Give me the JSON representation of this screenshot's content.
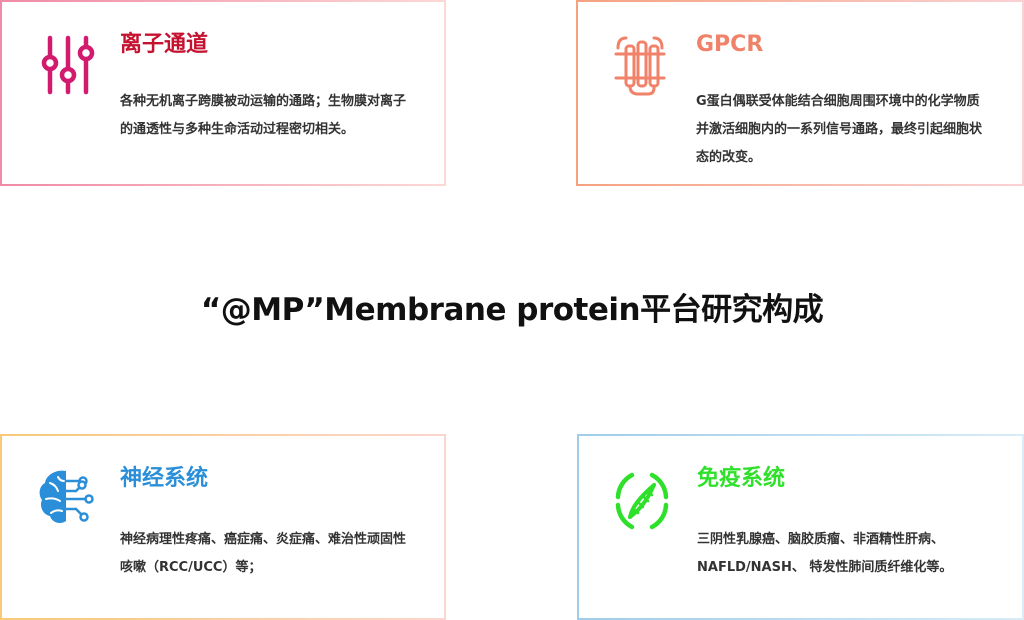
{
  "center_title": "“@MP”Membrane protein平台研究构成",
  "cards": {
    "ion_channel": {
      "title": "离子通道",
      "desc": "各种无机离子跨膜被动运输的通路；生物膜对离子的通透性与多种生命活动过程密切相关。",
      "title_color": "#c41230",
      "icon": "sliders-icon"
    },
    "gpcr": {
      "title": "GPCR",
      "desc": "G蛋白偶联受体能结合细胞周围环境中的化学物质并激活细胞内的一系列信号通路，最终引起细胞状态的改变。",
      "title_color": "#f0826a",
      "icon": "membrane-receptor-icon"
    },
    "nervous": {
      "title": "神经系统",
      "desc": "神经病理性疼痛、癌症痛、炎症痛、难治性顽固性咳嗽（RCC/UCC）等；",
      "title_color": "#2a8fd8",
      "icon": "brain-circuit-icon"
    },
    "immune": {
      "title": "免疫系统",
      "desc": "三阴性乳腺癌、脑胶质瘤、非酒精性肝病、NAFLD/NASH、 特发性肺间质纤维化等。",
      "title_color": "#2ee02a",
      "icon": "dna-icon"
    }
  }
}
